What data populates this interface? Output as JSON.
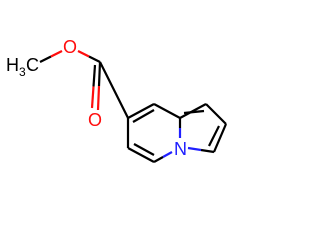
{
  "molecule": {
    "labels": {
      "methyl": "H",
      "methyl_sub": "3",
      "methyl_c": "C",
      "ester_o": "O",
      "carbonyl_o": "O",
      "nitrogen": "N"
    },
    "colors": {
      "carbon": "#000000",
      "oxygen": "#ff0d0d",
      "nitrogen": "#2020ff",
      "background": "#ffffff"
    }
  }
}
